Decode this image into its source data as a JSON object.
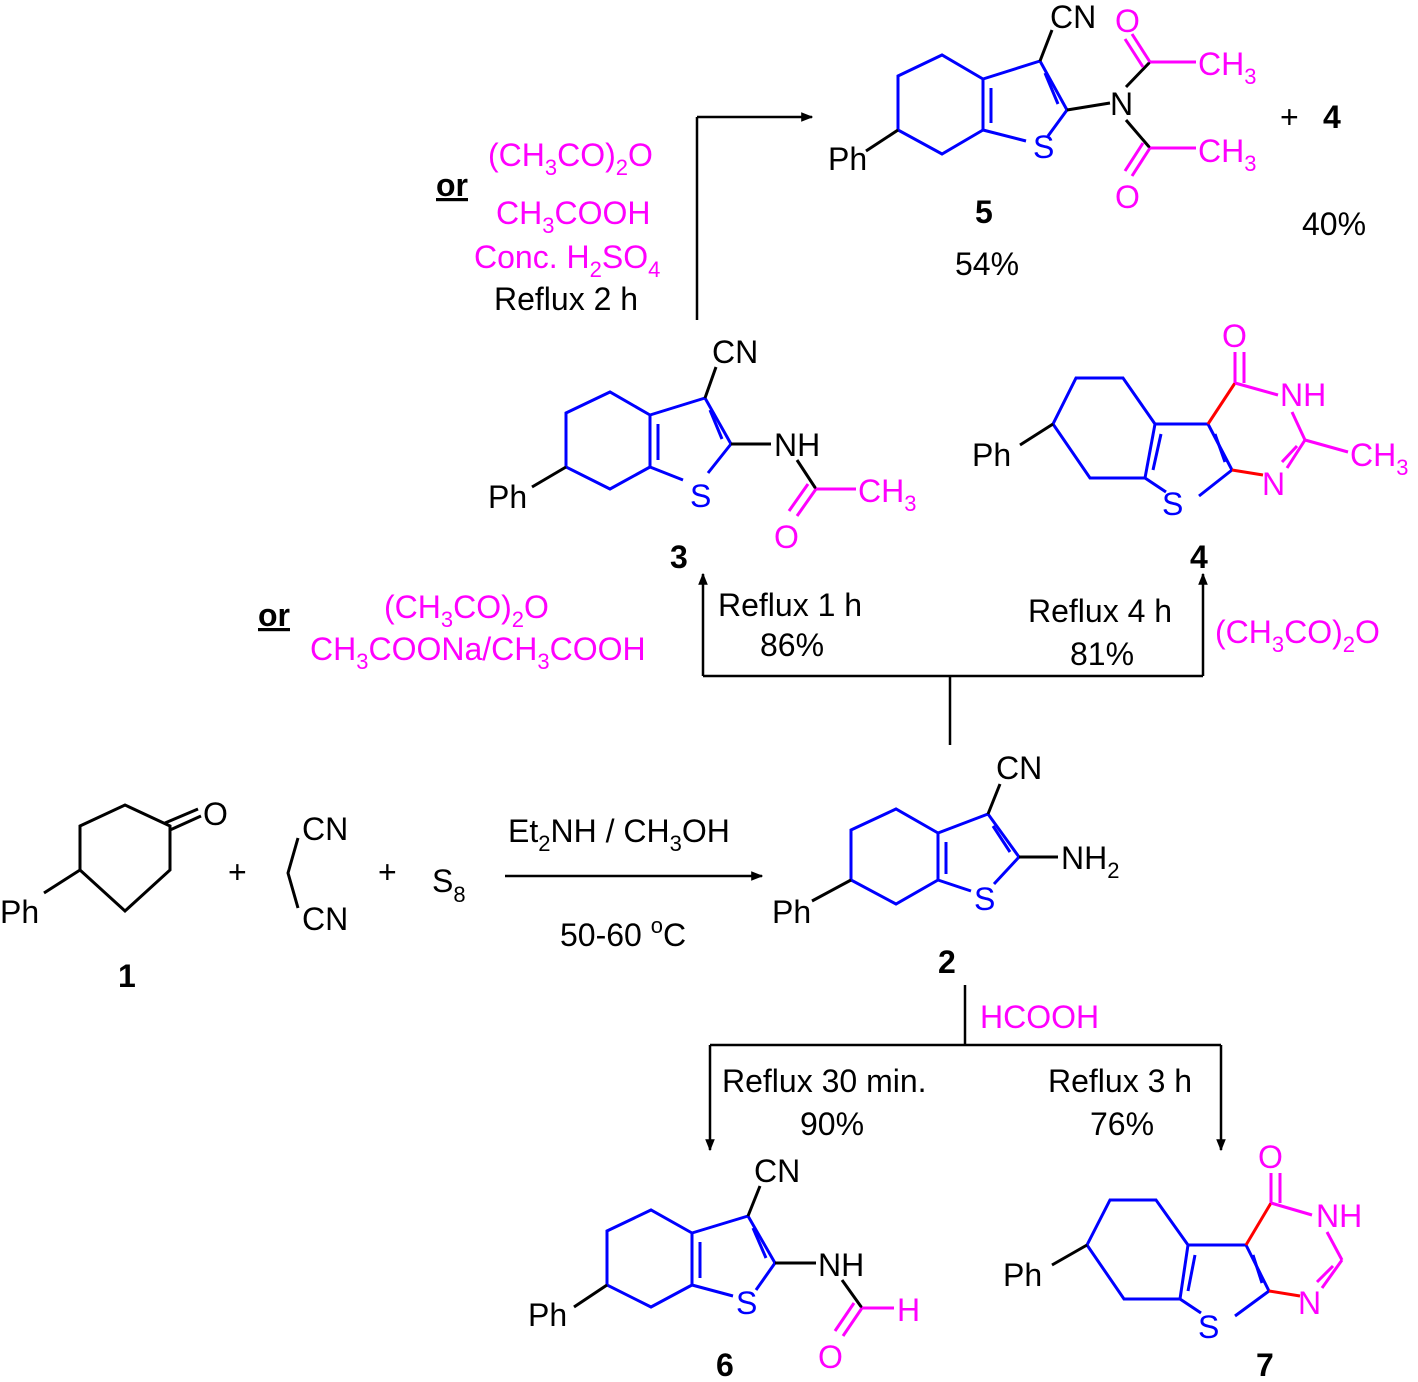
{
  "colors": {
    "ring": "#0000ff",
    "reagent": "#ff00ff",
    "bond_new": "#ff0000",
    "text": "#000000"
  },
  "compounds": {
    "c1": {
      "number": "1",
      "ph": "Ph",
      "o": "O"
    },
    "malononitrile": {
      "cn_top": "CN",
      "cn_bottom": "CN"
    },
    "s8": {
      "text": "S",
      "sub": "8"
    },
    "c2": {
      "number": "2",
      "ph": "Ph",
      "s": "S",
      "cn": "CN",
      "nh2": "NH",
      "nh2_sub": "2"
    },
    "c3": {
      "number": "3",
      "ph": "Ph",
      "s": "S",
      "cn": "CN",
      "nh": "NH",
      "o": "O",
      "ch3": "CH",
      "ch3_sub": "3"
    },
    "c4": {
      "number": "4",
      "ph": "Ph",
      "s": "S",
      "o": "O",
      "nh": "NH",
      "n": "N",
      "ch3": "CH",
      "ch3_sub": "3"
    },
    "c5": {
      "number": "5",
      "ph": "Ph",
      "s": "S",
      "cn": "CN",
      "n": "N",
      "o_top": "O",
      "o_bottom": "O",
      "ch3": "CH",
      "ch3_sub": "3",
      "yield": "54%"
    },
    "c6": {
      "number": "6",
      "ph": "Ph",
      "s": "S",
      "cn": "CN",
      "nh": "NH",
      "o": "O",
      "h": "H"
    },
    "c7": {
      "number": "7",
      "ph": "Ph",
      "s": "S",
      "o": "O",
      "nh": "NH",
      "n": "N"
    }
  },
  "plus": "+",
  "byproduct": {
    "number": "4",
    "yield": "40%"
  },
  "reactions": {
    "gewald": {
      "reagent_a": "Et",
      "reagent_a_sub": "2",
      "reagent_b": "NH / CH",
      "reagent_b_sub": "3",
      "reagent_c": "OH",
      "temp": "50-60 ",
      "temp_sup": "o",
      "temp_unit": "C"
    },
    "to3": {
      "time": "Reflux 1 h",
      "yield": "86%",
      "or": "or",
      "r1a": "(CH",
      "r1_sub": "3",
      "r1b": "CO)",
      "r1_sub2": "2",
      "r1c": "O",
      "r2a": "CH",
      "r2_sub": "3",
      "r2b": "COONa/CH",
      "r2_sub2": "3",
      "r2c": "COOH"
    },
    "to4": {
      "time": "Reflux 4 h",
      "yield": "81%",
      "r1a": "(CH",
      "r1_sub": "3",
      "r1b": "CO)",
      "r1_sub2": "2",
      "r1c": "O"
    },
    "to5": {
      "or": "or",
      "r1a": "(CH",
      "r1_sub": "3",
      "r1b": "CO)",
      "r1_sub2": "2",
      "r1c": "O",
      "r2a": "CH",
      "r2_sub": "3",
      "r2b": "COOH",
      "r3a": "Conc. H",
      "r3_sub": "2",
      "r3b": "SO",
      "r3_sub2": "4",
      "time": "Reflux 2 h"
    },
    "formic": {
      "reagent": "HCOOH"
    },
    "to6": {
      "time": "Reflux 30 min.",
      "yield": "90%"
    },
    "to7": {
      "time": "Reflux 3 h",
      "yield": "76%"
    }
  }
}
